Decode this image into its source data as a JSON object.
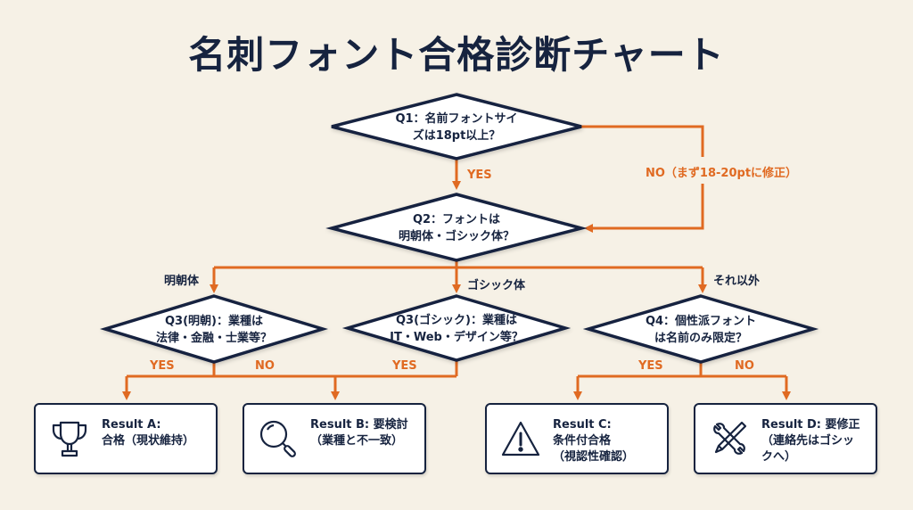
{
  "title": "名刺フォント合格診断チャート",
  "colors": {
    "background": "#f6f1e6",
    "navy": "#16233f",
    "orange": "#e06a22",
    "node_fill": "#ffffff"
  },
  "nodes": {
    "q1": {
      "line1": "Q1：名前フォントサイ",
      "line2": "ズは18pt以上？"
    },
    "q2": {
      "line1": "Q2：フォントは",
      "line2": "明朝体・ゴシック体？"
    },
    "q3_mincho": {
      "line1": "Q3(明朝)：業種は",
      "line2": "法律・金融・士業等？"
    },
    "q3_gothic": {
      "line1": "Q3(ゴシック)：業種は",
      "line2": "IT・Web・デザイン等？"
    },
    "q4": {
      "line1": "Q4：個性派フォント",
      "line2": "は名前のみ限定？"
    }
  },
  "edges": {
    "q1_yes": "YES",
    "q1_no": "NO（まず18-20ptに修正）",
    "q2_mincho": "明朝体",
    "q2_gothic": "ゴシック体",
    "q2_other": "それ以外",
    "q3m_yes": "YES",
    "q3m_no": "NO",
    "q3g_yes": "YES",
    "q4_yes": "YES",
    "q4_no": "NO"
  },
  "results": [
    {
      "icon": "trophy-icon",
      "line1": "Result A:",
      "line2": "合格（現状維持）",
      "line3": ""
    },
    {
      "icon": "magnifier-icon",
      "line1": "Result B: 要検討",
      "line2": "（業種と不一致）",
      "line3": ""
    },
    {
      "icon": "warning-icon",
      "line1": "Result C:",
      "line2": "条件付合格",
      "line3": "（視認性確認）"
    },
    {
      "icon": "tools-icon",
      "line1": "Result D: 要修正",
      "line2": "（連絡先はゴシッ",
      "line3": "クへ）"
    }
  ]
}
